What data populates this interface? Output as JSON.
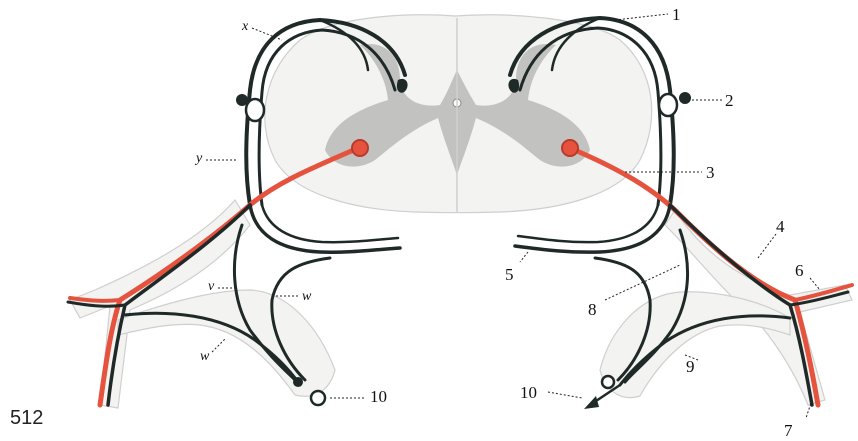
{
  "figure_number": "512",
  "labels_right": [
    "1",
    "2",
    "3",
    "4",
    "5",
    "6",
    "7",
    "8",
    "9",
    "10"
  ],
  "labels_left": {
    "x": "x",
    "y": "y",
    "v": "v",
    "w_upper": "w",
    "w_lower": "w",
    "ten": "10"
  },
  "colors": {
    "nerve": "#1f2a28",
    "motor_red": "#e5533f",
    "grey_matter": "#b9b9b9",
    "white_matter": "#ececec"
  }
}
